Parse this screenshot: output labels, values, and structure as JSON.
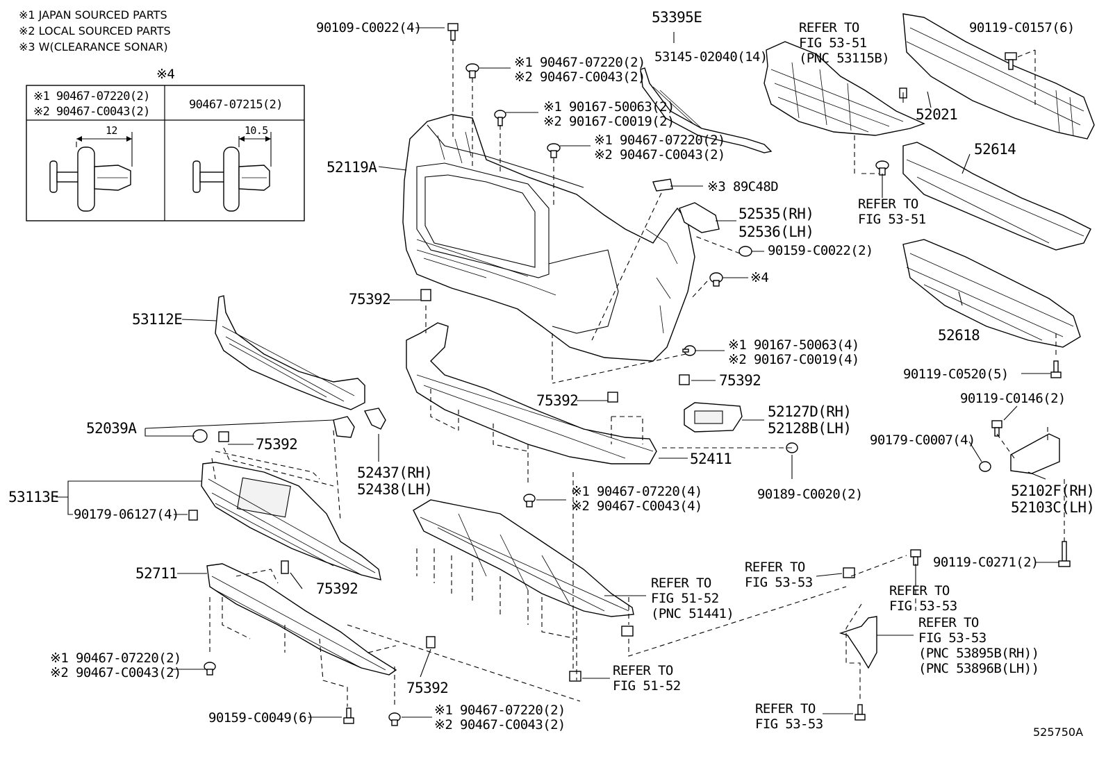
{
  "notes": [
    "※1 JAPAN SOURCED PARTS",
    "※2 LOCAL SOURCED PARTS",
    "※3 W(CLEARANCE SONAR)"
  ],
  "clip_table": {
    "title": "※4",
    "left_header": [
      "※1 90467-07220(2)",
      "※2 90467-C0043(2)"
    ],
    "right_header": "90467-07215(2)",
    "left_dim": "12",
    "right_dim": "10.5"
  },
  "labels": {
    "p90109": "90109-C0022(4)",
    "p53395E": "53395E",
    "p53145": "53145-02040(14)",
    "refer5351": [
      "REFER TO",
      "FIG 53-51",
      "(PNC 53115B)"
    ],
    "p90119_0157": "90119-C0157(6)",
    "p52021": "52021",
    "a_1": "※1 90467-07220(2)",
    "a_2": "※2 90467-C0043(2)",
    "b_1": "※1 90167-50063(2)",
    "b_2": "※2 90167-C0019(2)",
    "c_1": "※1 90467-07220(2)",
    "c_2": "※2 90467-C0043(2)",
    "p52119A": "52119A",
    "p89C48D": "※3 89C48D",
    "p52614": "52614",
    "refer5351b": [
      "REFER TO",
      "FIG 53-51"
    ],
    "p52535": "52535(RH)",
    "p52536": "52536(LH)",
    "p90159_0022": "90159-C0022(2)",
    "p4": "※4",
    "p75392a": "75392",
    "p53112E": "53112E",
    "d_1": "※1 90167-50063(4)",
    "d_2": "※2 90167-C0019(4)",
    "p52618": "52618",
    "p75392b": "75392",
    "p90119_0520": "90119-C0520(5)",
    "p75392c": "75392",
    "p52127D": "52127D(RH)",
    "p52128B": "52128B(LH)",
    "p90119_0146": "90119-C0146(2)",
    "p52039A": "52039A",
    "p75392d": "75392",
    "p90179_0007": "90179-C0007(4)",
    "p52437": "52437(RH)",
    "p52438": "52438(LH)",
    "p52411": "52411",
    "p52102F": "52102F(RH)",
    "p52103C": "52103C(LH)",
    "p53113E": "53113E",
    "p90179_06127": "90179-06127(4)",
    "e_1": "※1 90467-07220(4)",
    "e_2": "※2 90467-C0043(4)",
    "p90189": "90189-C0020(2)",
    "p90119_0271": "90119-C0271(2)",
    "refer5353a": [
      "REFER TO",
      "FIG 53-53"
    ],
    "refer5353b": [
      "REFER TO",
      "FIG 53-53"
    ],
    "p52711": "52711",
    "p75392e": "75392",
    "refer5152": [
      "REFER TO",
      "FIG 51-52",
      "(PNC 51441)"
    ],
    "refer5353c": [
      "REFER TO",
      "FIG 53-53",
      "(PNC 53895B(RH))",
      "(PNC 53896B(LH))"
    ],
    "f_1": "※1 90467-07220(2)",
    "f_2": "※2 90467-C0043(2)",
    "p75392f": "75392",
    "refer5152b": [
      "REFER TO",
      "FIG 51-52"
    ],
    "p90159_0049": "90159-C0049(6)",
    "g_1": "※1 90467-07220(2)",
    "g_2": "※2 90467-C0043(2)",
    "refer5353d": [
      "REFER TO",
      "FIG 53-53"
    ],
    "figure_id": "525750A"
  }
}
